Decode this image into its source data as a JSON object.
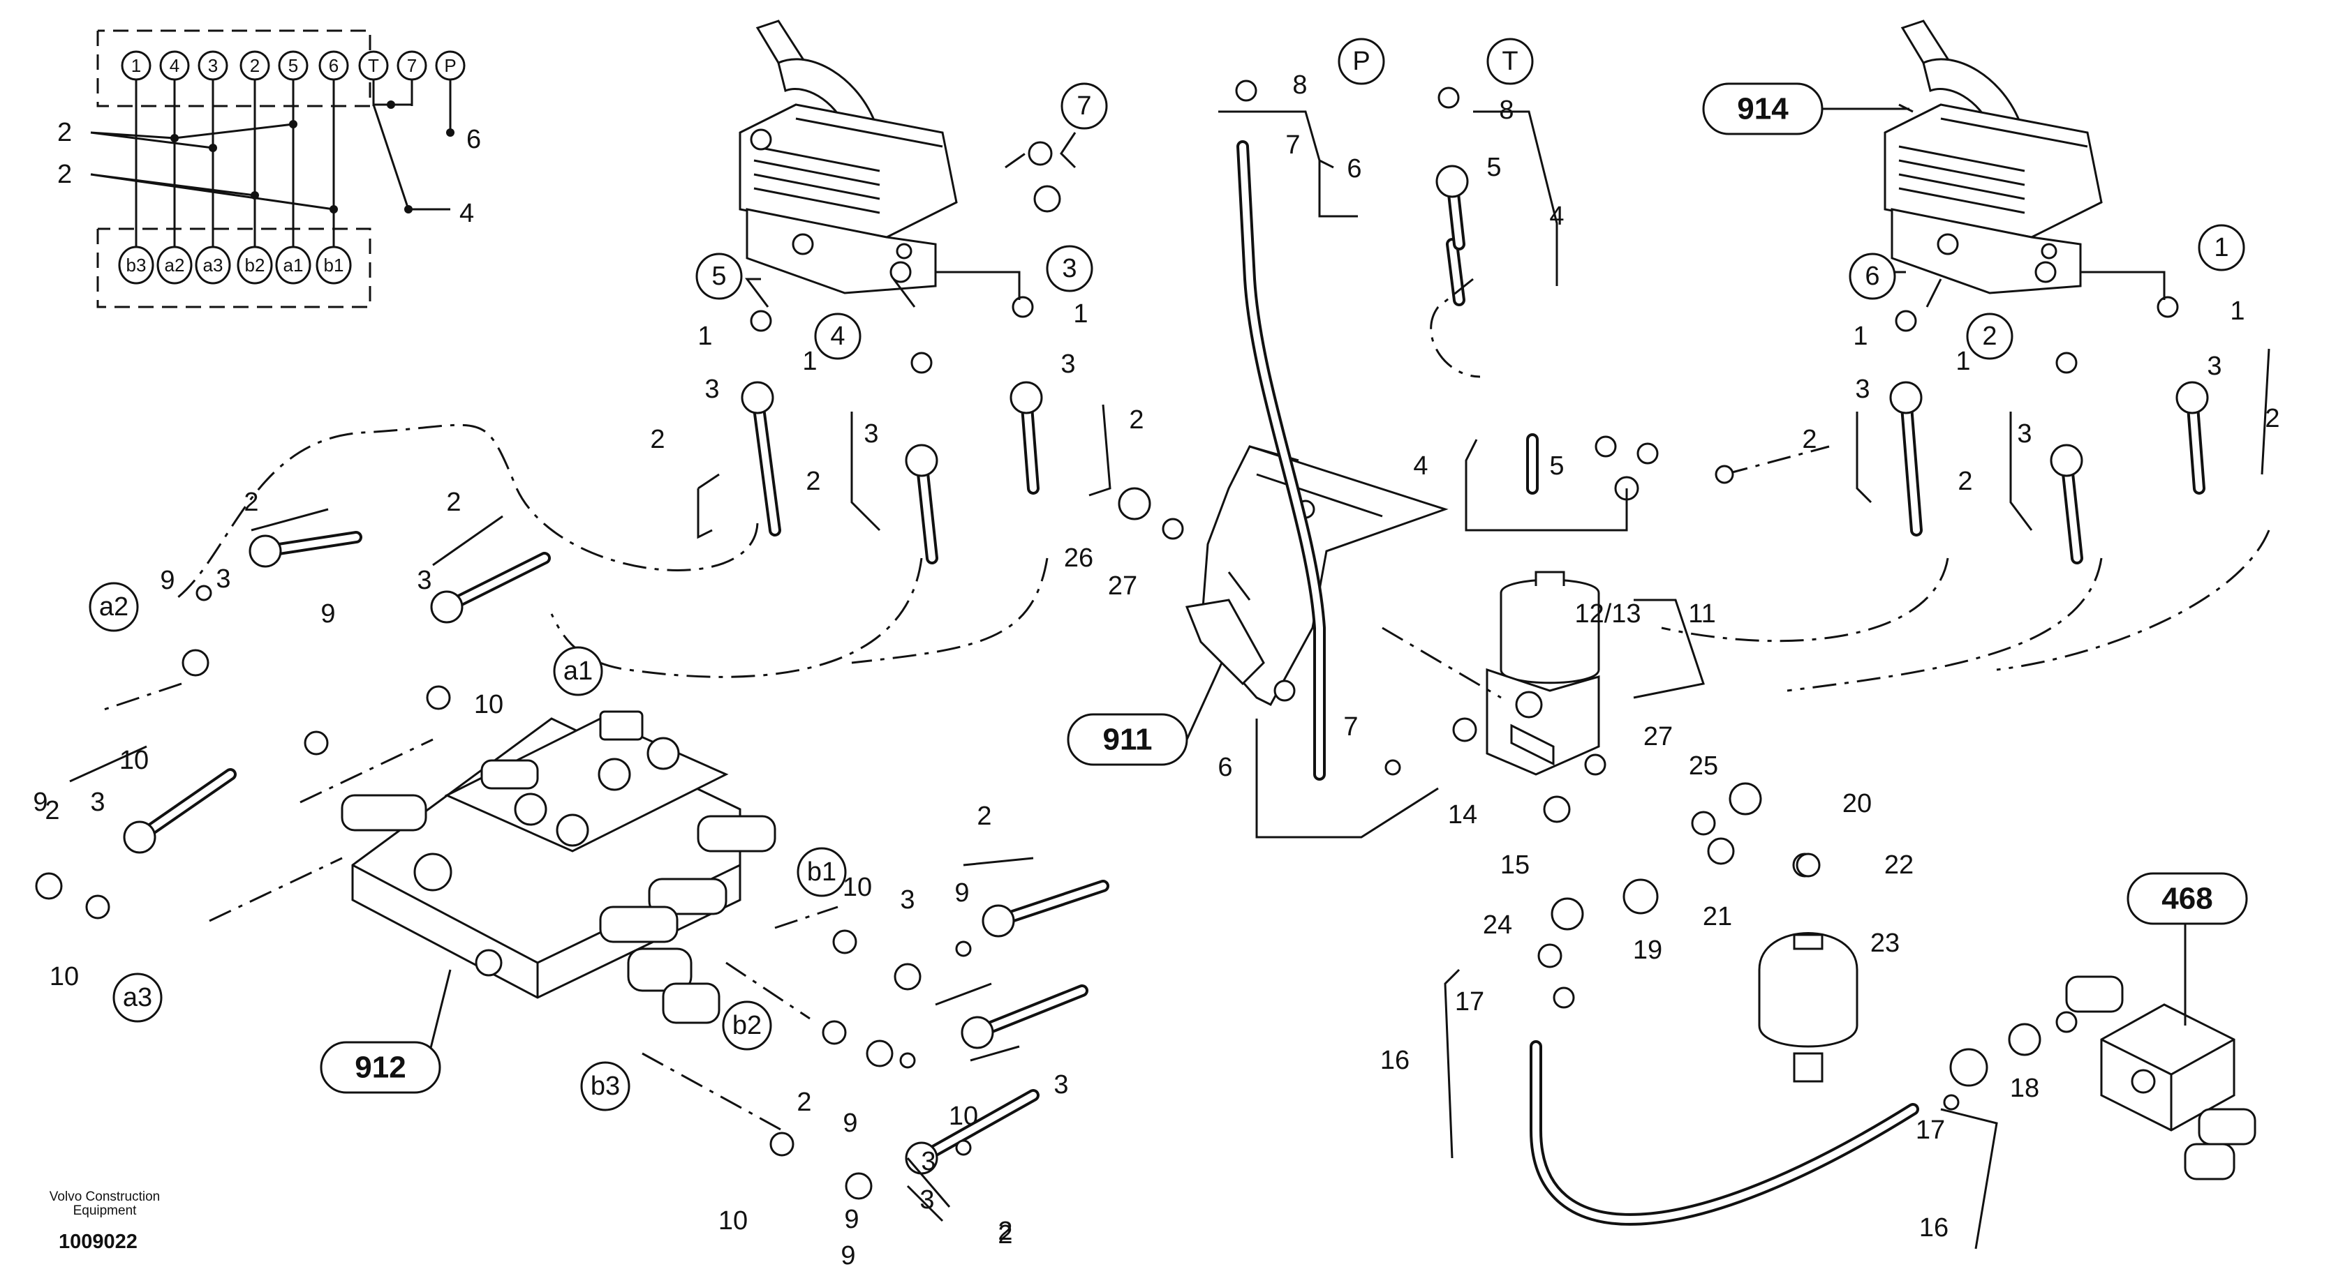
{
  "footer": {
    "brand": "Volvo Construction Equipment",
    "document_number": "1009022"
  },
  "schematic": {
    "top_ports": [
      "1",
      "4",
      "3",
      "2",
      "5",
      "6",
      "T",
      "7",
      "P"
    ],
    "bottom_ports": [
      "b3",
      "a2",
      "a3",
      "b2",
      "a1",
      "b1"
    ],
    "labels": {
      "a": "2",
      "b": "2",
      "c": "6",
      "d": "4"
    }
  },
  "assemblies": [
    "911",
    "912",
    "914",
    "468"
  ],
  "circled": [
    "7",
    "5",
    "4",
    "3",
    "P",
    "T",
    "6",
    "2",
    "1",
    "a2",
    "a1",
    "b1",
    "a3",
    "b2",
    "b3"
  ],
  "callouts": [
    "8",
    "7",
    "6",
    "8",
    "5",
    "4",
    "1",
    "3",
    "2",
    "1",
    "3",
    "2",
    "1",
    "3",
    "2",
    "26",
    "27",
    "4",
    "5",
    "12/13",
    "11",
    "7",
    "6",
    "14",
    "27",
    "25",
    "20",
    "15",
    "21",
    "22",
    "24",
    "19",
    "23",
    "17",
    "16",
    "18",
    "17",
    "16",
    "1",
    "3",
    "2",
    "1",
    "3",
    "2",
    "1",
    "3",
    "2",
    "2",
    "3",
    "9",
    "10",
    "2",
    "3",
    "9",
    "10",
    "2",
    "3",
    "9",
    "10",
    "2",
    "3",
    "9",
    "10",
    "2",
    "9",
    "3",
    "10",
    "9",
    "3",
    "2",
    "10",
    "9",
    "3",
    "2"
  ]
}
